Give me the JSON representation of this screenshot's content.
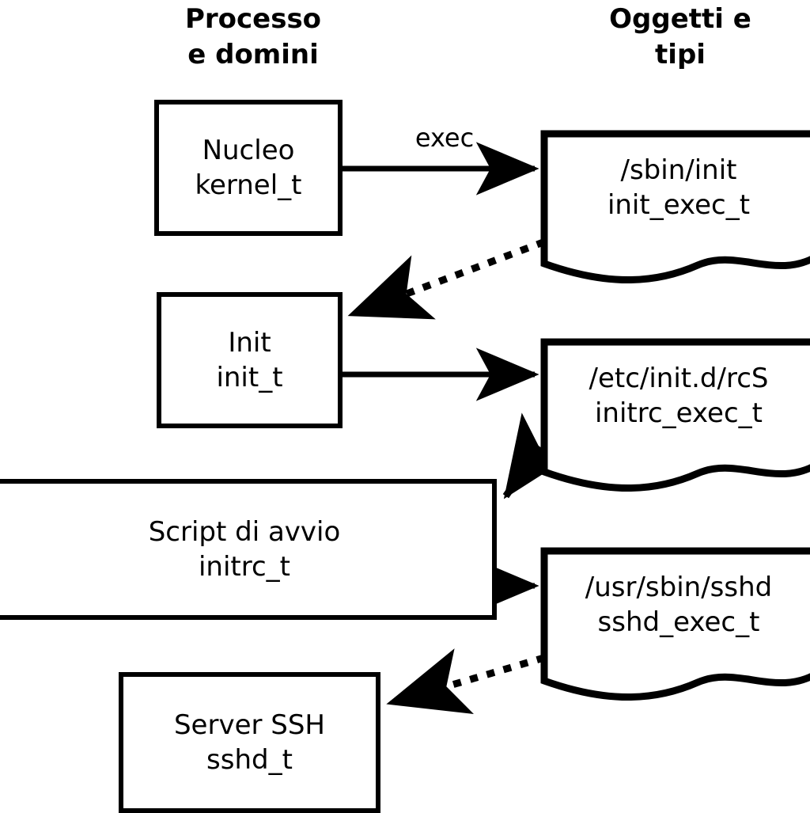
{
  "diagram": {
    "title_left": "Processo\ne domini",
    "title_right": "Oggetti e\ntipi",
    "colors": {
      "stroke": "#000000",
      "fill": "#ffffff",
      "text": "#000000"
    },
    "processes": [
      {
        "id": "kernel",
        "name": "Nucleo",
        "type": "kernel_t",
        "label": "Nucleo\nkernel_t"
      },
      {
        "id": "init",
        "name": "Init",
        "type": "init_t",
        "label": "Init\ninit_t"
      },
      {
        "id": "initrc",
        "name": "Script di avvio",
        "type": "initrc_t",
        "label": "Script di avvio\ninitrc_t"
      },
      {
        "id": "sshd",
        "name": "Server SSH",
        "type": "sshd_t",
        "label": "Server SSH\nsshd_t"
      }
    ],
    "objects": [
      {
        "id": "init_exec",
        "path": "/sbin/init",
        "type": "init_exec_t",
        "label": "/sbin/init\ninit_exec_t"
      },
      {
        "id": "initrc_exec",
        "path": "/etc/init.d/rcS",
        "type": "initrc_exec_t",
        "label": "/etc/init.d/rcS\ninitrc_exec_t"
      },
      {
        "id": "sshd_exec",
        "path": "/usr/sbin/sshd",
        "type": "sshd_exec_t",
        "label": "/usr/sbin/sshd\nsshd_exec_t"
      }
    ],
    "edges": [
      {
        "id": "e1",
        "from": "kernel",
        "to": "init_exec",
        "style": "solid",
        "label": "exec"
      },
      {
        "id": "e2",
        "from": "init_exec",
        "to": "init",
        "style": "dotted",
        "label": ""
      },
      {
        "id": "e3",
        "from": "init",
        "to": "initrc_exec",
        "style": "solid",
        "label": ""
      },
      {
        "id": "e4",
        "from": "initrc_exec",
        "to": "initrc",
        "style": "dotted",
        "label": ""
      },
      {
        "id": "e5",
        "from": "initrc",
        "to": "sshd_exec",
        "style": "solid",
        "label": ""
      },
      {
        "id": "e6",
        "from": "sshd_exec",
        "to": "sshd",
        "style": "dotted",
        "label": ""
      }
    ]
  }
}
